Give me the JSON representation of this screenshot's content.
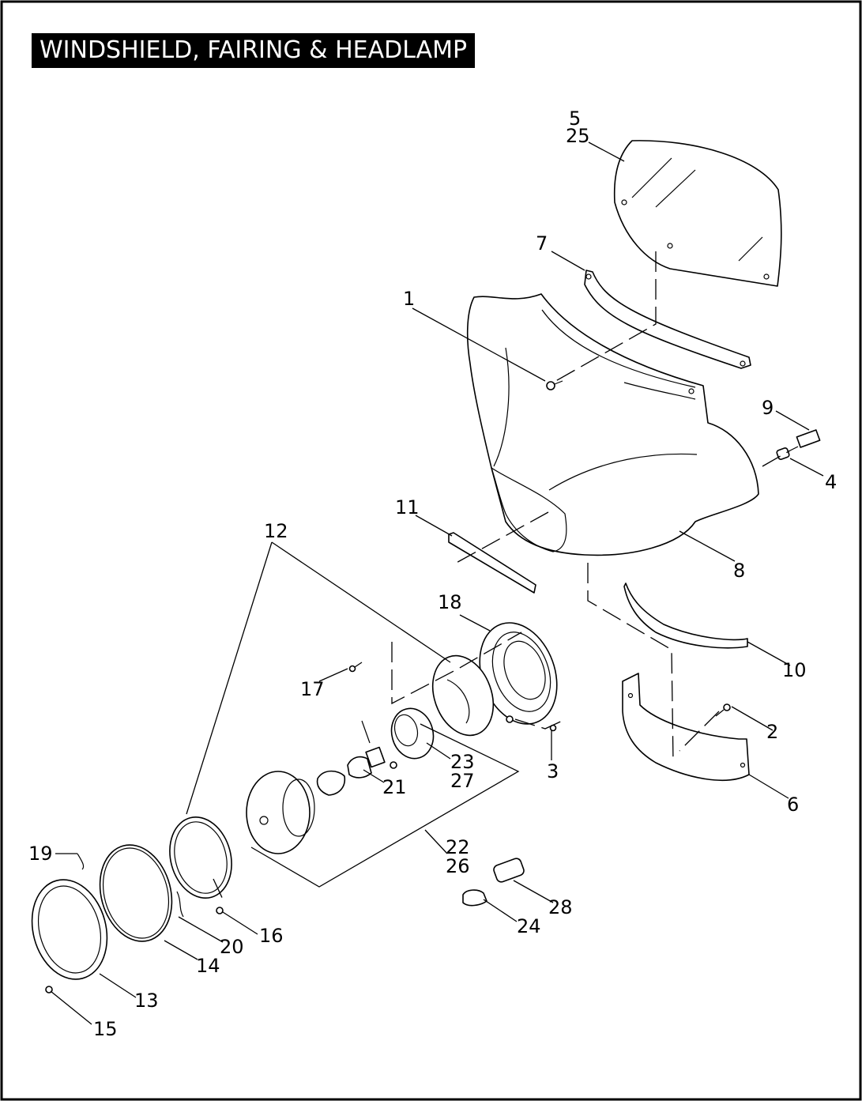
{
  "title": "WINDSHIELD, FAIRING & HEADLAMP",
  "callouts": {
    "c1": "1",
    "c2": "2",
    "c3": "3",
    "c4": "4",
    "c5": "5",
    "c25": "25",
    "c6": "6",
    "c7": "7",
    "c8": "8",
    "c9": "9",
    "c10": "10",
    "c11": "11",
    "c12": "12",
    "c13": "13",
    "c14": "14",
    "c15": "15",
    "c16": "16",
    "c17": "17",
    "c18": "18",
    "c19": "19",
    "c20": "20",
    "c21": "21",
    "c22": "22",
    "c26": "26",
    "c23": "23",
    "c27": "27",
    "c24": "24",
    "c28": "28"
  }
}
